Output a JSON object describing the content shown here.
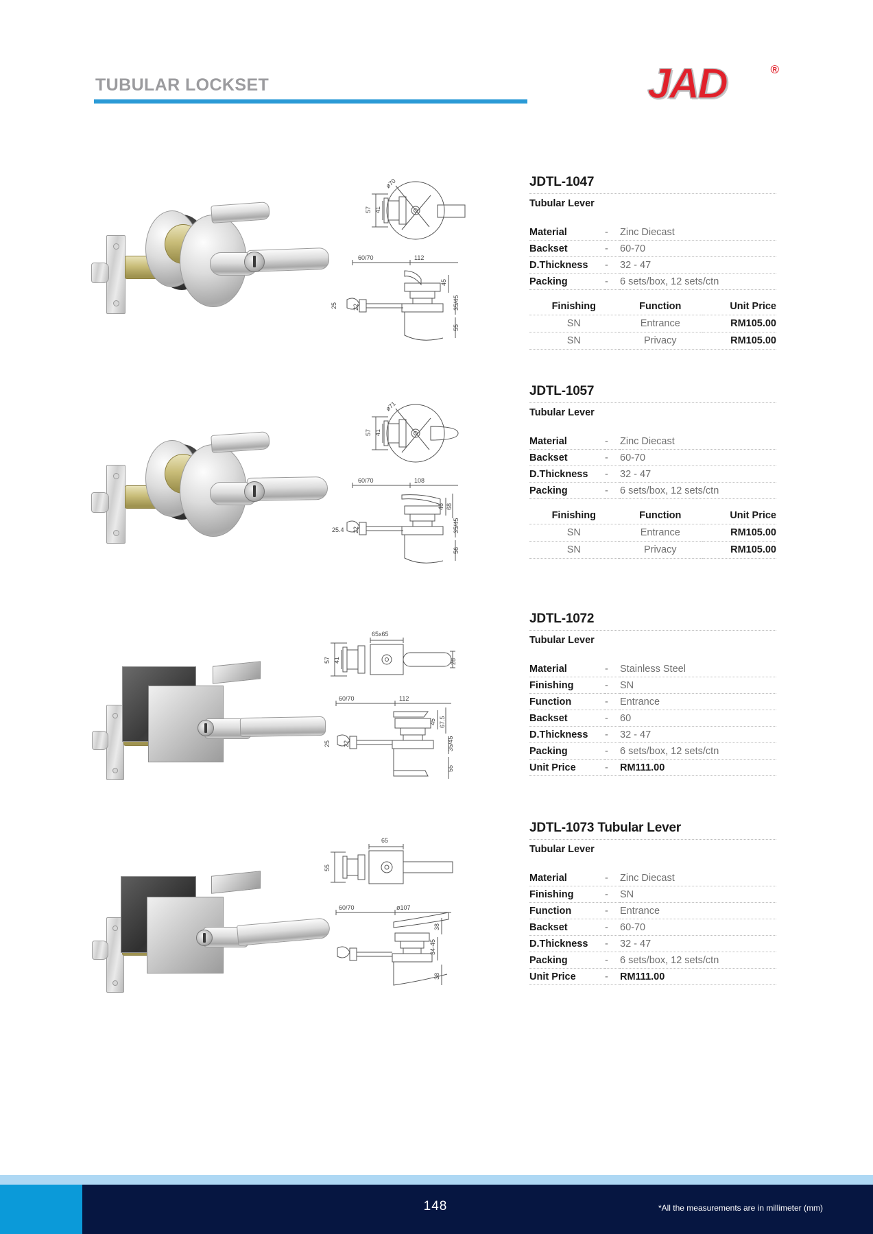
{
  "header": {
    "title": "TUBULAR LOCKSET",
    "logo_text": "JAD",
    "logo_trademark": "®",
    "accent_blue": "#2a9ad6",
    "title_gray": "#9b9b9e",
    "logo_red": "#e1202a"
  },
  "columns": {
    "spec_key_material": "Material",
    "spec_key_backset": "Backset",
    "spec_key_dthickness": "D.Thickness",
    "spec_key_packing": "Packing",
    "spec_key_finishing": "Finishing",
    "spec_key_function": "Function",
    "spec_key_unitprice": "Unit Price",
    "dash": "-"
  },
  "products": [
    {
      "sku": "JDTL-1047",
      "subtitle": "Tubular Lever",
      "specs": [
        {
          "key": "Material",
          "dash": "-",
          "value": "Zinc Diecast"
        },
        {
          "key": "Backset",
          "dash": "-",
          "value": "60-70"
        },
        {
          "key": "D.Thickness",
          "dash": "-",
          "value": "32 - 47"
        },
        {
          "key": "Packing",
          "dash": "-",
          "value": "6 sets/box, 12 sets/ctn"
        }
      ],
      "price_table": {
        "headers": [
          "Finishing",
          "Function",
          "Unit Price"
        ],
        "rows": [
          [
            "SN",
            "Entrance",
            "RM105.00"
          ],
          [
            "SN",
            "Privacy",
            "RM105.00"
          ]
        ]
      },
      "dimensions": {
        "diameter": "ø70",
        "height_outer": "57",
        "height_inner": "41",
        "backset": "60/70",
        "lever_length": "112",
        "latch_face": "25",
        "latch_depth": "22",
        "rose_proj": "45",
        "door_range": "35/45",
        "total_height": "55"
      }
    },
    {
      "sku": "JDTL-1057",
      "subtitle": "Tubular Lever",
      "specs": [
        {
          "key": "Material",
          "dash": "-",
          "value": "Zinc Diecast"
        },
        {
          "key": "Backset",
          "dash": "-",
          "value": "60-70"
        },
        {
          "key": "D.Thickness",
          "dash": "-",
          "value": "32 - 47"
        },
        {
          "key": "Packing",
          "dash": "-",
          "value": "6 sets/box, 12 sets/ctn"
        }
      ],
      "price_table": {
        "headers": [
          "Finishing",
          "Function",
          "Unit Price"
        ],
        "rows": [
          [
            "SN",
            "Entrance",
            "RM105.00"
          ],
          [
            "SN",
            "Privacy",
            "RM105.00"
          ]
        ]
      },
      "dimensions": {
        "diameter": "ø71",
        "height_outer": "57",
        "height_inner": "41",
        "backset": "60/70",
        "lever_length": "108",
        "latch_face": "25.4",
        "latch_depth": "22",
        "rose_proj": "46",
        "lever_height": "68",
        "door_range": "35/45",
        "total_height": "56"
      }
    },
    {
      "sku": "JDTL-1072",
      "subtitle": "Tubular Lever",
      "specs": [
        {
          "key": "Material",
          "dash": "-",
          "value": "Stainless Steel"
        },
        {
          "key": "Finishing",
          "dash": "-",
          "value": "SN"
        },
        {
          "key": "Function",
          "dash": "-",
          "value": "Entrance"
        },
        {
          "key": "Backset",
          "dash": "-",
          "value": "60"
        },
        {
          "key": "D.Thickness",
          "dash": "-",
          "value": "32 - 47"
        },
        {
          "key": "Packing",
          "dash": "-",
          "value": "6 sets/box, 12 sets/ctn"
        },
        {
          "key": "Unit Price",
          "dash": "-",
          "value": "RM111.00",
          "strong": true
        }
      ],
      "price_table": null,
      "dimensions": {
        "rose_size": "65x65",
        "height_outer": "57",
        "height_inner": "41",
        "lever_thick": "28",
        "backset": "60/70",
        "lever_length": "112",
        "rose_proj": "45",
        "lever_proj": "67.5",
        "latch_face": "25",
        "latch_depth": "22",
        "door_range": "35/45",
        "total_height": "55"
      }
    },
    {
      "sku": "JDTL-1073 Tubular Lever",
      "subtitle": "Tubular Lever",
      "specs": [
        {
          "key": "Material",
          "dash": "-",
          "value": "Zinc Diecast"
        },
        {
          "key": "Finishing",
          "dash": "-",
          "value": "SN"
        },
        {
          "key": "Function",
          "dash": "-",
          "value": "Entrance"
        },
        {
          "key": "Backset",
          "dash": "-",
          "value": "60-70"
        },
        {
          "key": "D.Thickness",
          "dash": "-",
          "value": "32 - 47"
        },
        {
          "key": "Packing",
          "dash": "-",
          "value": "6 sets/box, 12 sets/ctn"
        },
        {
          "key": "Unit Price",
          "dash": "-",
          "value": "RM111.00",
          "strong": true
        }
      ],
      "price_table": null,
      "dimensions": {
        "rose_size": "65",
        "height_outer": "55",
        "backset": "60/70",
        "diameter": "ø107",
        "lever_top": "38",
        "door_range": "34-45",
        "lever_bottom": "38"
      }
    }
  ],
  "footer": {
    "page_number": "148",
    "note": "*All the measurements are in millimeter (mm)",
    "bar_color": "#061641",
    "accent_color": "#0b9ad9",
    "light_bar_color": "#aed8f4"
  }
}
